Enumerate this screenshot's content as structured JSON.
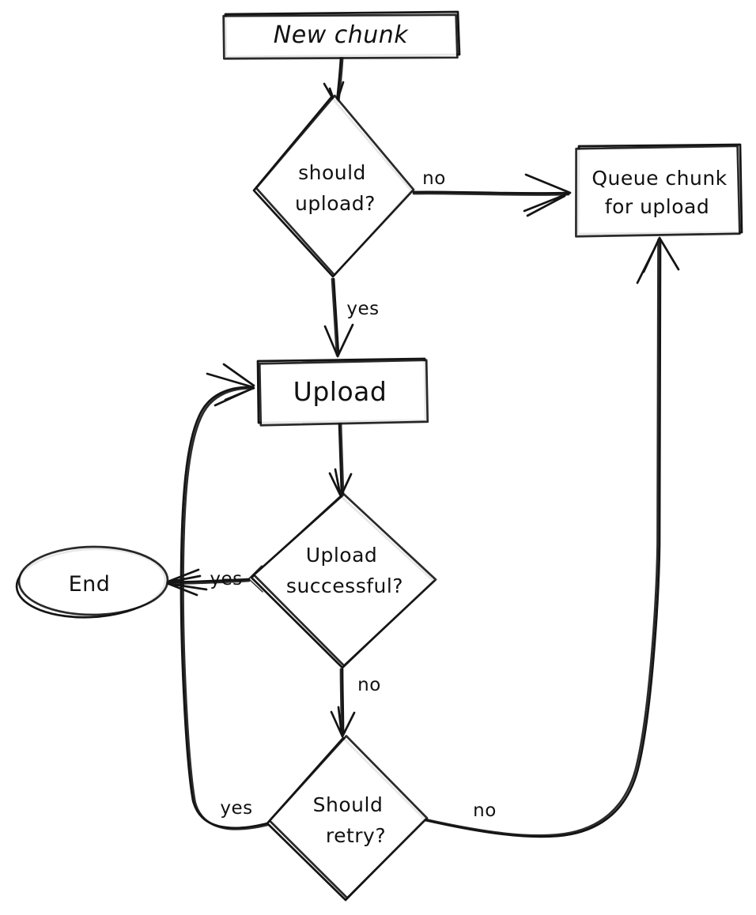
{
  "diagram": {
    "colors": {
      "stroke": "#141414",
      "background": "#ffffff",
      "text": "#111111"
    },
    "nodes": {
      "new_chunk": {
        "shape": "rectangle",
        "label": "New chunk"
      },
      "should_upload": {
        "shape": "diamond",
        "label_line1": "should",
        "label_line2": "upload?"
      },
      "queue_chunk": {
        "shape": "rectangle",
        "label_line1": "Queue chunk",
        "label_line2": "for upload"
      },
      "upload": {
        "shape": "rectangle",
        "label": "Upload"
      },
      "upload_successful": {
        "shape": "diamond",
        "label_line1": "Upload",
        "label_line2": "successful?"
      },
      "end": {
        "shape": "ellipse",
        "label": "End"
      },
      "should_retry": {
        "shape": "diamond",
        "label_line1": "Should",
        "label_line2": "retry?"
      }
    },
    "edge_labels": {
      "should_upload_no": "no",
      "should_upload_yes": "yes",
      "upload_successful_yes": "yes",
      "upload_successful_no": "no",
      "should_retry_yes": "yes",
      "should_retry_no": "no"
    },
    "edges": [
      {
        "from": "New chunk",
        "to": "should upload?",
        "label": ""
      },
      {
        "from": "should upload?",
        "to": "Queue chunk for upload",
        "label": "no"
      },
      {
        "from": "should upload?",
        "to": "Upload",
        "label": "yes"
      },
      {
        "from": "Upload",
        "to": "Upload successful?",
        "label": ""
      },
      {
        "from": "Upload successful?",
        "to": "End",
        "label": "yes"
      },
      {
        "from": "Upload successful?",
        "to": "Should retry?",
        "label": "no"
      },
      {
        "from": "Should retry?",
        "to": "Upload",
        "label": "yes"
      },
      {
        "from": "Should retry?",
        "to": "Queue chunk for upload",
        "label": "no"
      }
    ]
  }
}
